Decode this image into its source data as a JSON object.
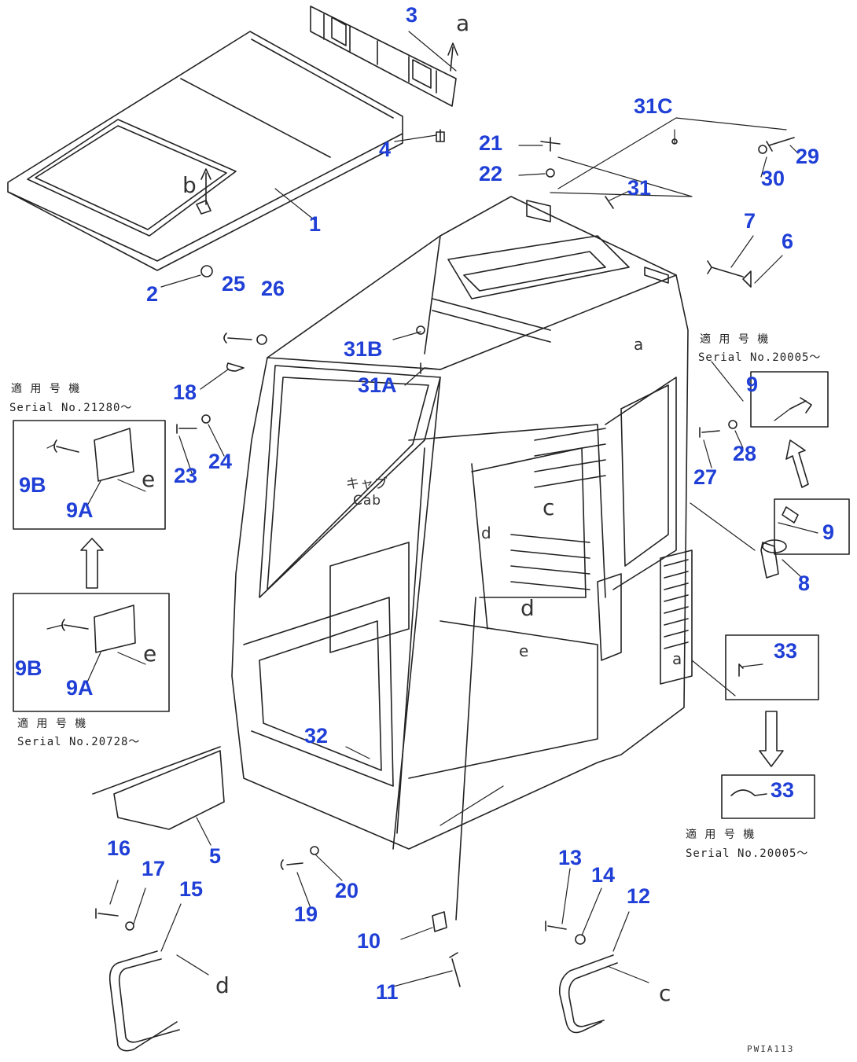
{
  "callouts": {
    "c1": "1",
    "c2": "2",
    "c3": "3",
    "c4": "4",
    "c5": "5",
    "c6": "6",
    "c7": "7",
    "c8": "8",
    "c9a": "9",
    "c9b": "9",
    "c9A1": "9A",
    "c9B1": "9B",
    "c9A2": "9A",
    "c9B2": "9B",
    "c10": "10",
    "c11": "11",
    "c12": "12",
    "c13": "13",
    "c14": "14",
    "c15": "15",
    "c16": "16",
    "c17": "17",
    "c18": "18",
    "c19": "19",
    "c20": "20",
    "c21": "21",
    "c22": "22",
    "c23": "23",
    "c24": "24",
    "c25": "25",
    "c26": "26",
    "c27": "27",
    "c28": "28",
    "c29": "29",
    "c30": "30",
    "c31": "31",
    "c31A": "31A",
    "c31B": "31B",
    "c31C": "31C",
    "c32": "32",
    "c33a": "33",
    "c33b": "33"
  },
  "notes": {
    "serial_21280_jp": "適 用 号 機",
    "serial_21280": "Serial No.21280～",
    "serial_20728_jp": "適 用 号 機",
    "serial_20728": "Serial No.20728～",
    "serial_20005_top_jp": "適 用 号 機",
    "serial_20005_top": "Serial No.20005～",
    "serial_20005_bottom_jp": "適 用 号 機",
    "serial_20005_bottom": "Serial No.20005～"
  },
  "cab_label": {
    "jp": "キャブ",
    "en": "Cab"
  },
  "arrow_letters": {
    "a": "a",
    "b": "b",
    "c_bottom": "c",
    "d_bottom": "d",
    "e_box1": "e",
    "e_box2": "e",
    "a_cab": "a",
    "c_cab": "c",
    "d_cab": "d",
    "e_cab": "e",
    "d_cab2": "d",
    "a_cab2": "a"
  },
  "drawing_number": "PWIA113"
}
